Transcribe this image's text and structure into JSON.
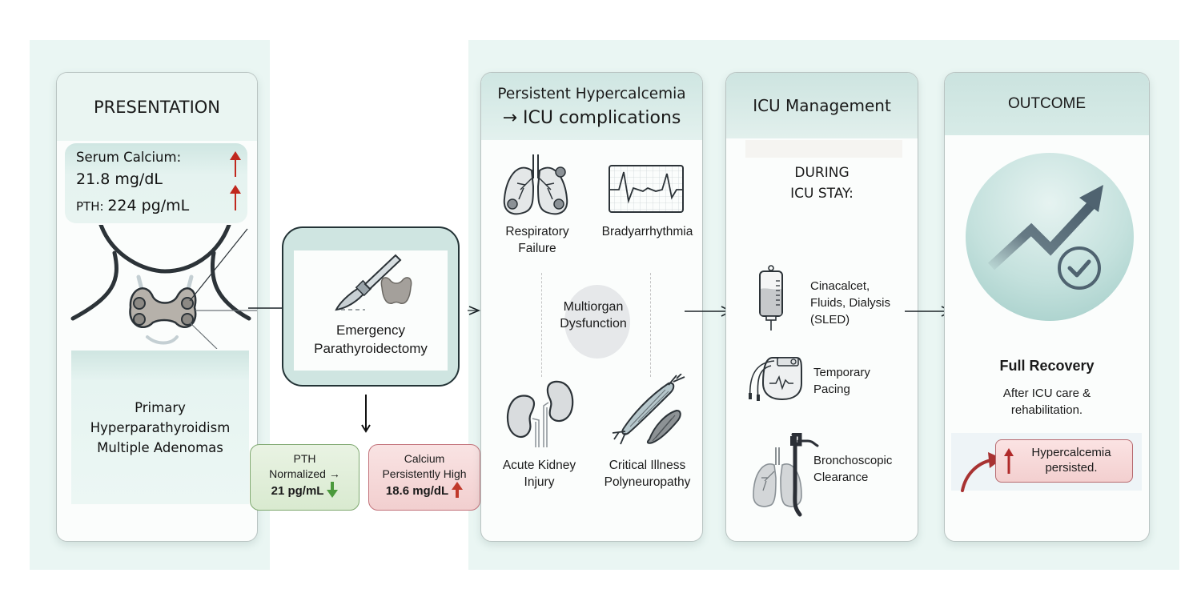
{
  "presentation": {
    "title": "PRESENTATION",
    "labs": {
      "calcium_label": "Serum Calcium:",
      "calcium_value": "21.8 mg/dL",
      "pth_label": "PTH:",
      "pth_value": "224 pg/mL"
    },
    "diagnosis": [
      "Primary",
      "Hyperparathyroidism",
      "Multiple Adenomas"
    ]
  },
  "surgery": {
    "label": [
      "Emergency",
      "Parathyroidectomy"
    ]
  },
  "post_op_results": {
    "pth": {
      "line1": "PTH",
      "line2": "Normalized →",
      "value": "21 pg/mL",
      "trend": "down",
      "color": "#4b9a3c"
    },
    "calcium": {
      "line1": "Calcium",
      "line2": "Persistently High",
      "value": "18.6 mg/dL",
      "trend": "up",
      "color": "#c0392b"
    }
  },
  "complications": {
    "title_line1": "Persistent Hypercalcemia",
    "title_line2": "→ ICU complications",
    "items": [
      {
        "icon": "lungs-icon",
        "label": [
          "Respiratory",
          "Failure"
        ]
      },
      {
        "icon": "ecg-monitor-icon",
        "label": [
          "Bradyarrhythmia"
        ]
      },
      {
        "icon": "kidneys-icon",
        "label": [
          "Acute Kidney",
          "Injury"
        ]
      },
      {
        "icon": "muscle-nerve-icon",
        "label": [
          "Critical Illness",
          "Polyneuropathy"
        ]
      }
    ],
    "center": [
      "Multiorgan",
      "Dysfunction"
    ]
  },
  "icu": {
    "title": "ICU Management",
    "during": [
      "DURING",
      "ICU STAY:"
    ],
    "items": [
      {
        "icon": "iv-bag-icon",
        "label": [
          "Cinacalcet,",
          "Fluids, Dialysis",
          "(SLED)"
        ]
      },
      {
        "icon": "pacemaker-icon",
        "label": [
          "Temporary",
          "Pacing"
        ]
      },
      {
        "icon": "bronchoscope-icon",
        "label": [
          "Bronchoscopic",
          "Clearance"
        ]
      }
    ]
  },
  "outcome": {
    "title": "OUTCOME",
    "headline": "Full Recovery",
    "sub": [
      "After ICU care &",
      "rehabilitation."
    ],
    "note": [
      "Hypercalcemia",
      "persisted."
    ]
  },
  "colors": {
    "panel_bg": "#eaf6f3",
    "header_teal": "#cfe6e2",
    "alert_red": "#c0392b",
    "ok_green": "#4b9a3c",
    "icon_slate": "#5b6e7a"
  }
}
